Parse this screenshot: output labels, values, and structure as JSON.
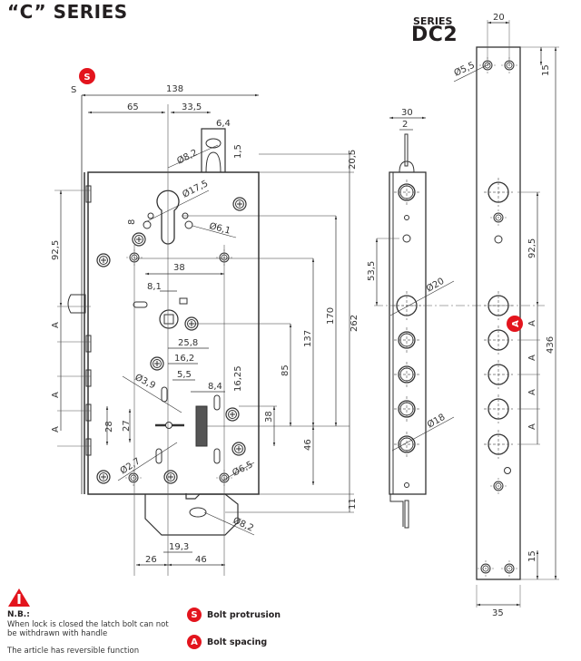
{
  "header": {
    "title": "“C” SERIES",
    "series_label": "SERIES",
    "series_code": "DC2"
  },
  "colors": {
    "accent": "#e3141d",
    "line": "#231f20"
  },
  "lock_body": {
    "badge_s": "S",
    "dims": {
      "s": "S",
      "width_total": "138",
      "backset": "65",
      "offset": "33,5",
      "slot_w": "6,4",
      "hole_top": "Ø8,2",
      "offset_v": "1,5",
      "top_gap": "20,5",
      "cyl_diam": "Ø17,5",
      "eight": "8",
      "screw_diam": "Ø6,1",
      "bolt_92": "92,5",
      "spacing_38": "38",
      "d81": "8,1",
      "d258": "25,8",
      "d162": "16,2",
      "d55": "5,5",
      "d39": "Ø3,9",
      "d84": "8,4",
      "d1625": "16,25",
      "d28": "28",
      "d27": "27",
      "d27dia": "Ø2,7",
      "d65": "Ø6,5",
      "d170": "170",
      "d137": "137",
      "d85": "85",
      "d262": "262",
      "d38v": "38",
      "d46v": "46",
      "d11": "11",
      "d193": "19,3",
      "d26": "26",
      "d46": "46",
      "bottom_hole": "Ø8,2",
      "a1": "A",
      "a2": "A",
      "a3": "A"
    }
  },
  "side_view": {
    "dims": {
      "w30": "30",
      "w2": "2",
      "h535": "53,5",
      "d20": "Ø20",
      "d18": "Ø18"
    }
  },
  "strike_plate": {
    "badge_a": "A",
    "dims": {
      "w20": "20",
      "d55": "Ø5,5",
      "top15": "15",
      "d925": "92,5",
      "h436": "436",
      "a1": "A",
      "a2": "A",
      "a3": "A",
      "a4": "A",
      "bot15": "15",
      "w35": "35"
    }
  },
  "notes": {
    "nb_title": "N.B.:",
    "nb_text": "When lock is closed the latch bolt can not be withdrawn with handle",
    "reversible": "The article has reversible function"
  },
  "legend": [
    {
      "badge": "S",
      "label": "Bolt protrusion"
    },
    {
      "badge": "A",
      "label": "Bolt spacing"
    }
  ]
}
